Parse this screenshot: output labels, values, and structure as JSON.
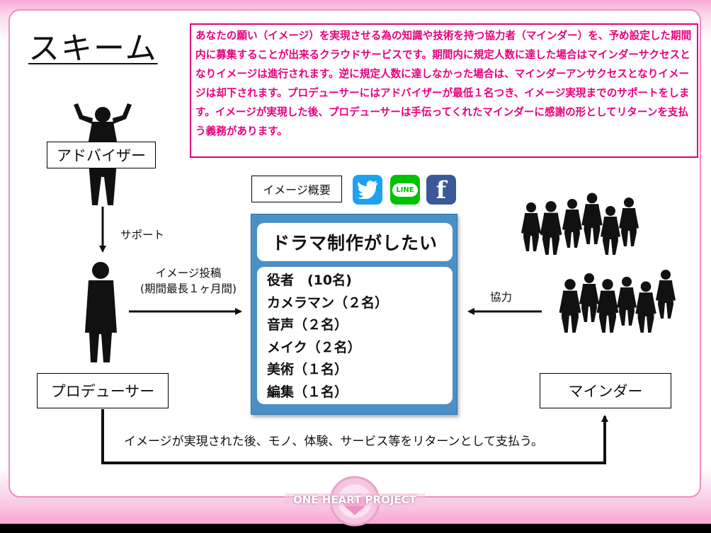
{
  "title": "スキーム",
  "description": "あなたの願い（イメージ）を実現させる為の知識や技術を持つ協力者（マインダー）を、予め設定した期間内に募集することが出来るクラウドサービスです。期間内に規定人数に達した場合はマインダーサクセスとなりイメージは進行されます。逆に規定人数に達しなかった場合は、マインダーアンサクセスとなりイメージは却下されます。プロデューサーにはアドバイザーが最低１名つき、イメージ実現までのサポートをします。イメージが実現した後、プロデューサーは手伝ってくれたマインダーに感謝の形としてリターンを支払う義務があります。",
  "roles": {
    "advisor": "アドバイザー",
    "producer": "プロデューサー",
    "minder": "マインダー"
  },
  "arrows": {
    "support": "サポート",
    "post_line1": "イメージ投稿",
    "post_line2": "(期間最長１ヶ月間)",
    "cooperation": "協力",
    "return": "イメージが実現された後、モノ、体験、サービス等をリターンとして支払う。"
  },
  "concept_label": "イメージ概要",
  "social": {
    "twitter_icon": "twitter-bird-icon",
    "line_label": "LINE",
    "facebook_label": "f",
    "colors": {
      "twitter": "#1da1f2",
      "line": "#00c300",
      "facebook": "#3b5998"
    }
  },
  "panel": {
    "title": "ドラマ制作がしたい",
    "items": [
      "役者　(10名)",
      "カメラマン（２名）",
      "音声（２名）",
      "メイク（２名）",
      "美術（１名）",
      "編集（１名）"
    ]
  },
  "logo": {
    "text": "ONE HEART PROJECT"
  },
  "colors": {
    "accent": "#e6007e",
    "frame": "#f28bc6",
    "panel": "#4a90c6"
  }
}
